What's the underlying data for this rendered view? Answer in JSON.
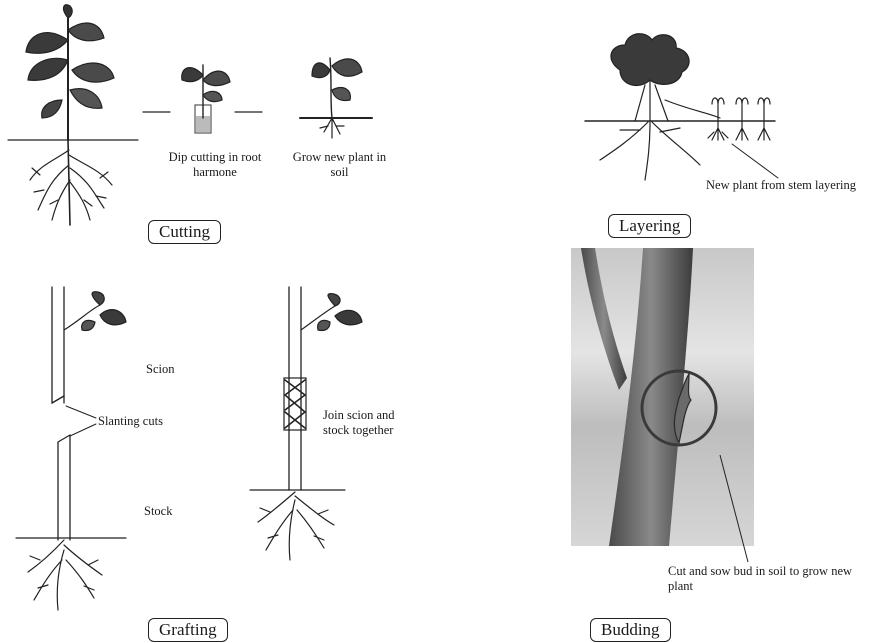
{
  "sections": {
    "cutting": {
      "title": "Cutting",
      "step1": "Dip cutting in root harmone",
      "step2": "Grow new plant in soil"
    },
    "layering": {
      "title": "Layering",
      "caption": "New plant from stem layering"
    },
    "grafting": {
      "title": "Grafting",
      "scion": "Scion",
      "slanting": "Slanting cuts",
      "stock": "Stock",
      "join": "Join scion and stock together"
    },
    "budding": {
      "title": "Budding",
      "caption": "Cut and sow bud in soil to grow new plant"
    }
  },
  "colors": {
    "ink": "#1a1a1a",
    "stem": "#5a5a5a",
    "photo_bg": "#d9d9d9"
  }
}
